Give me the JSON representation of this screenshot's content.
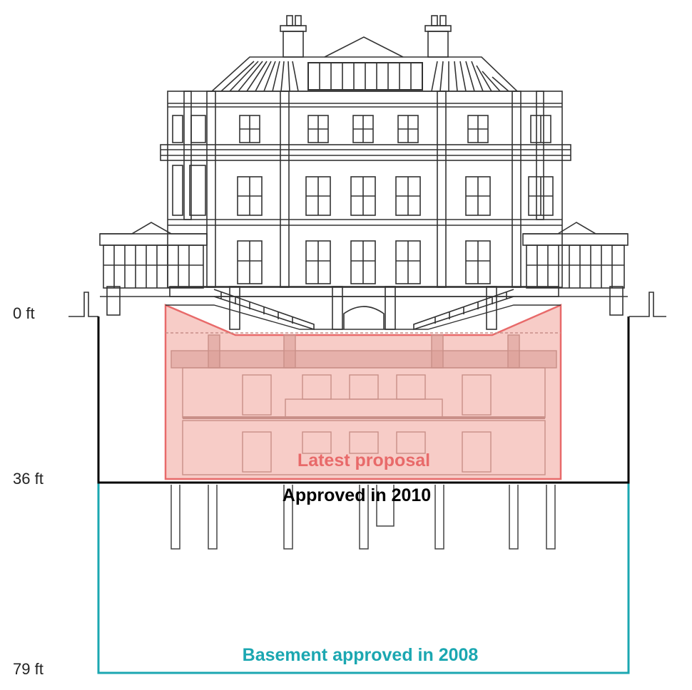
{
  "depth_markers": [
    {
      "label": "0 ft",
      "depth_ft": 0
    },
    {
      "label": "36 ft",
      "depth_ft": 36
    },
    {
      "label": "79 ft",
      "depth_ft": 79
    }
  ],
  "zones": {
    "latest": {
      "label": "Latest proposal",
      "color": "#e86a6a",
      "fill": "#f6c3bd"
    },
    "approved_2010": {
      "label": "Approved in 2010",
      "color": "#000000",
      "depth_ft": 36
    },
    "approved_2008": {
      "label": "Basement approved in 2008",
      "color": "#1ba7b1",
      "depth_ft": 79
    }
  },
  "colors": {
    "line": "#333333",
    "background": "#ffffff"
  }
}
